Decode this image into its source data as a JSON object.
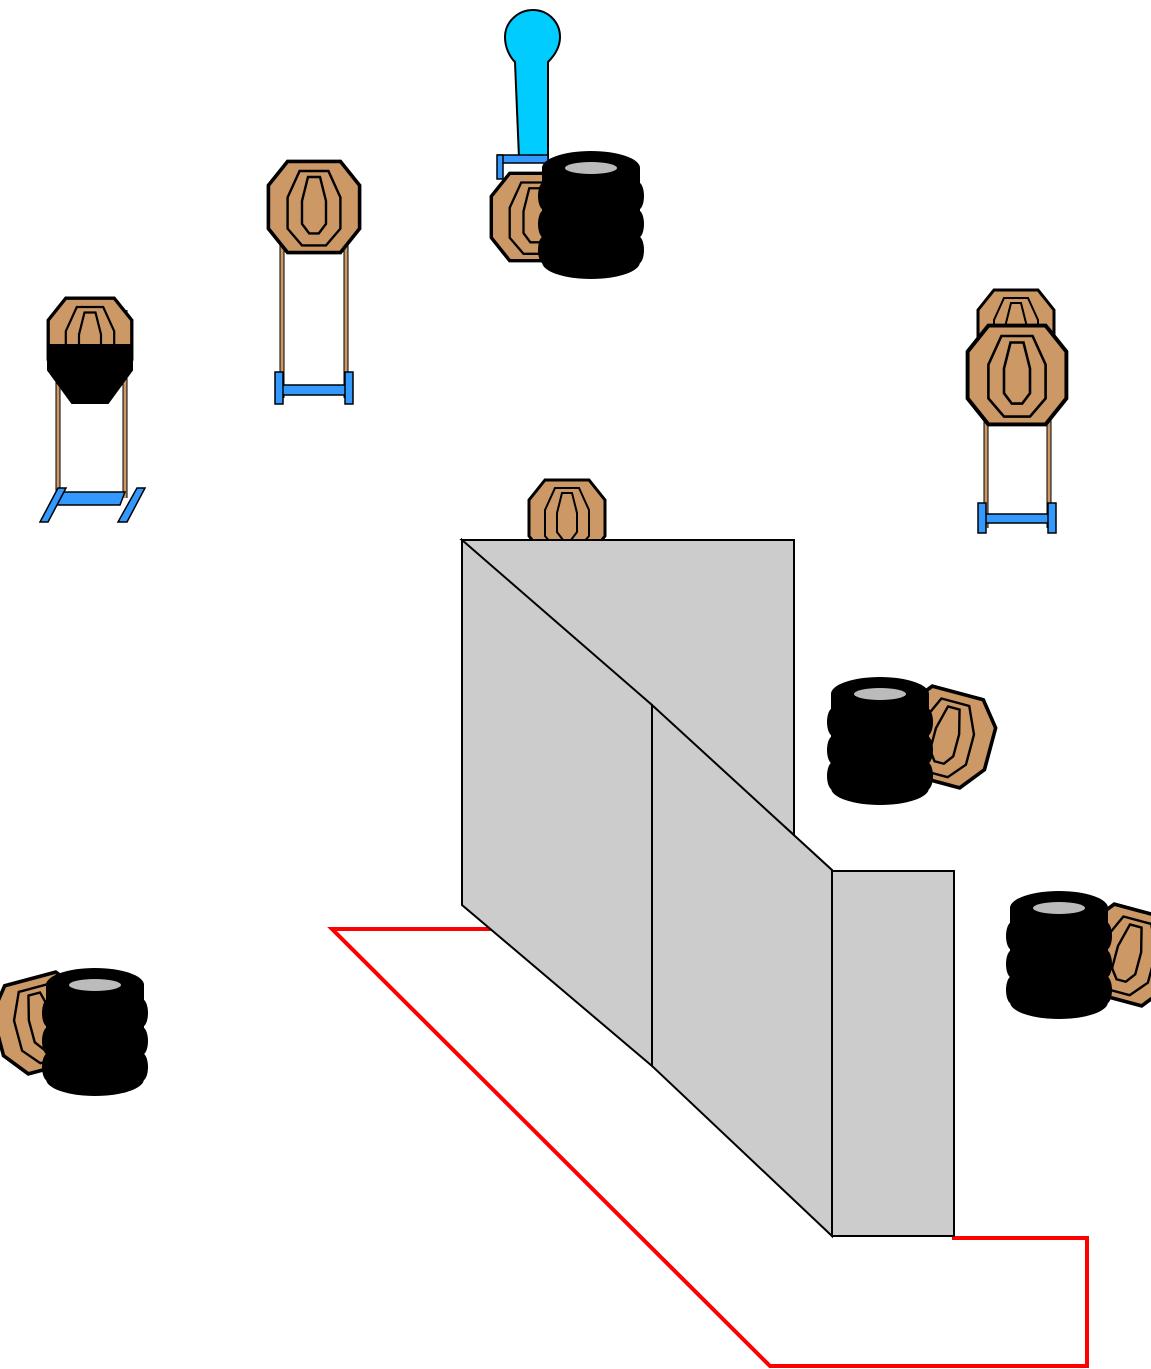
{
  "diagram": {
    "kind": "stage-layout",
    "colors": {
      "target": "#cc9966",
      "target_outline": "#000000",
      "no_shoot": "#ffffff",
      "wall_fill": "#cccccc",
      "wall_outline": "#000000",
      "fault_line": "#ff0000",
      "stand": "#3399ff",
      "popper": "#00ccff",
      "tire": "#000000",
      "tire_hole": "#bbbbbb"
    },
    "elements": [
      {
        "type": "target-on-stand",
        "partial": "lower-half-black",
        "count": 1
      },
      {
        "type": "target-on-stand",
        "partial": "none",
        "count": 1
      },
      {
        "type": "popper-activator",
        "count": 1
      },
      {
        "type": "target-behind-tires",
        "count": 4
      },
      {
        "type": "target-on-stand",
        "overlap": "double",
        "count": 1
      },
      {
        "type": "target-over-wall",
        "count": 1
      },
      {
        "type": "wall-panels",
        "count": 3
      },
      {
        "type": "fault-line",
        "count": 1
      }
    ]
  }
}
